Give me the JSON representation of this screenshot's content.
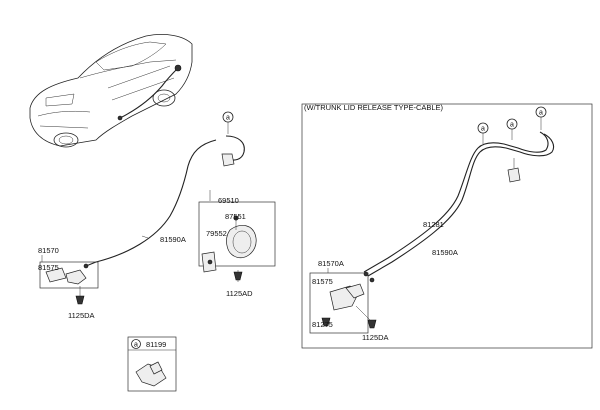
{
  "panel": {
    "title": "(W/TRUNK LID RELEASE TYPE-CABLE)"
  },
  "callout_letter": "a",
  "left_parts": {
    "p81570": "81570",
    "p81575": "81575",
    "p1125DA": "1125DA",
    "p81590A": "81590A",
    "p69510": "69510",
    "p87551": "87551",
    "p79552": "79552",
    "p1125AD": "1125AD"
  },
  "clip_box": {
    "part": "81199"
  },
  "right_parts": {
    "p81281": "81281",
    "p81590A": "81590A",
    "p81570A": "81570A",
    "p81575": "81575",
    "p81275": "81275",
    "p1125DA": "1125DA"
  }
}
